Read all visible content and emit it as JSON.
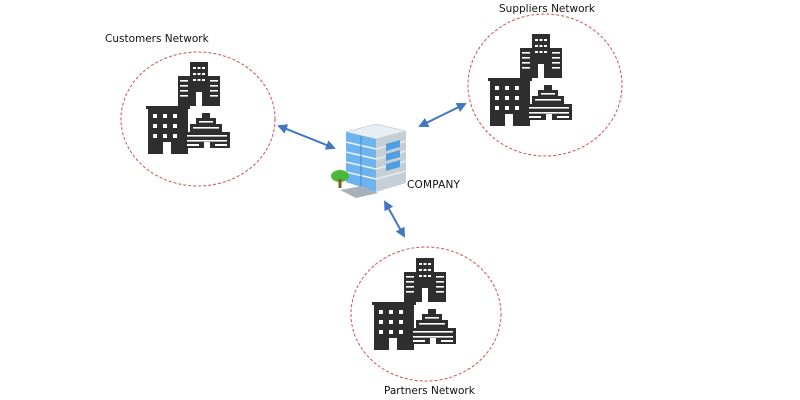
{
  "diagram": {
    "center": {
      "label": "COMPANY",
      "icon": "office-building-icon"
    },
    "networks": [
      {
        "id": "customers",
        "label": "Customers Network",
        "icon": "buildings-group-icon"
      },
      {
        "id": "suppliers",
        "label": "Suppliers Network",
        "icon": "buildings-group-icon"
      },
      {
        "id": "partners",
        "label": "Partners Network",
        "icon": "buildings-group-icon"
      }
    ],
    "connections": [
      {
        "from": "company",
        "to": "customers",
        "type": "bidirectional"
      },
      {
        "from": "company",
        "to": "suppliers",
        "type": "bidirectional"
      },
      {
        "from": "company",
        "to": "partners",
        "type": "bidirectional"
      }
    ],
    "colors": {
      "circle_border": "#d0504f",
      "arrow": "#3f78bf",
      "building_dark": "#2e2e2e",
      "company_glass": "#5aa7e6"
    }
  }
}
